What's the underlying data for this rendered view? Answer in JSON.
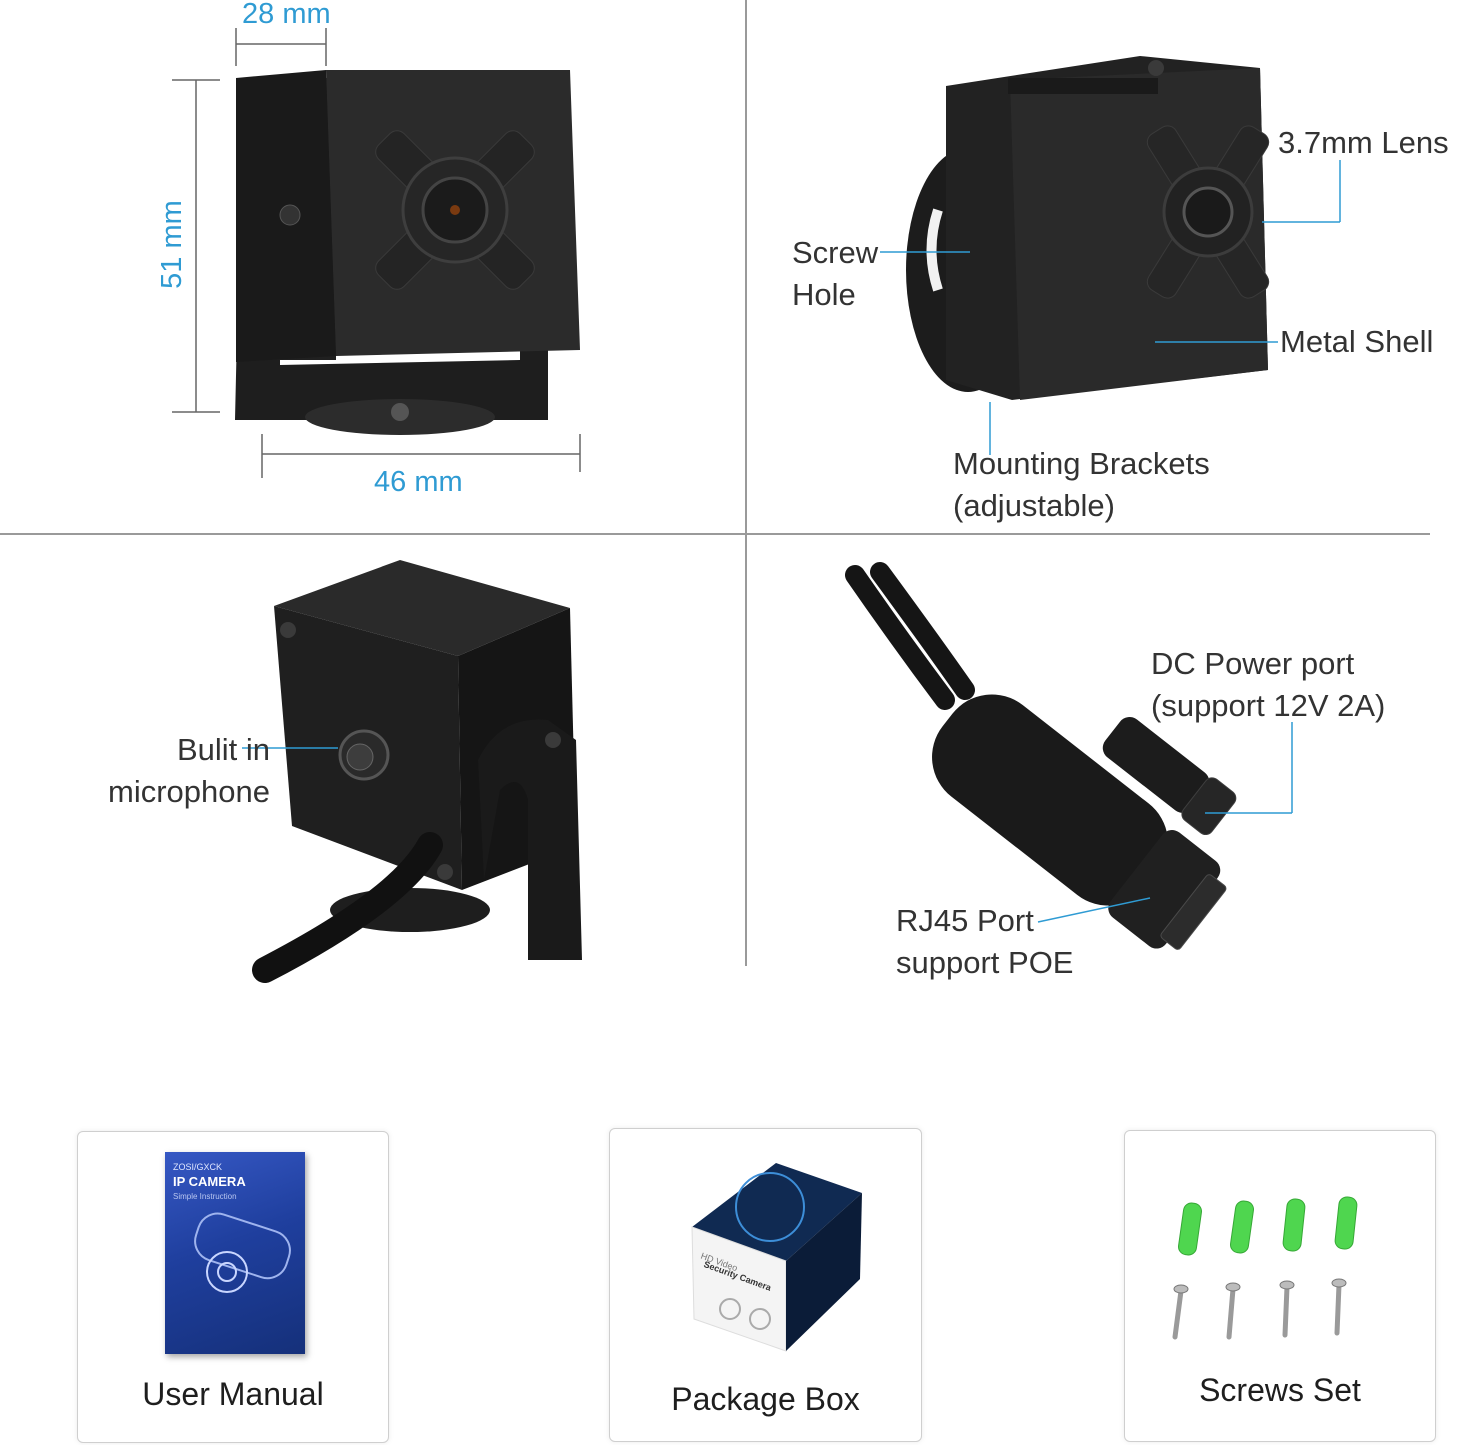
{
  "dimensions": {
    "depth": "28 mm",
    "height": "51 mm",
    "width": "46 mm"
  },
  "callouts": {
    "lens": "3.7mm Lens",
    "screw_hole": [
      "Screw",
      "Hole"
    ],
    "metal_shell": "Metal Shell",
    "mounting_brackets": [
      "Mounting Brackets",
      "(adjustable)"
    ],
    "microphone": [
      "Bulit in",
      "microphone"
    ],
    "dc_power": [
      "DC Power port",
      "(support 12V 2A)"
    ],
    "rj45": [
      "RJ45 Port",
      "support POE"
    ]
  },
  "accessories": [
    {
      "label": "User Manual"
    },
    {
      "label": "Package Box"
    },
    {
      "label": "Screws Set"
    }
  ],
  "manual_cover": {
    "brand": "ZOSI/GXCK",
    "title": "IP CAMERA",
    "subtitle": "Simple Instruction"
  },
  "box_text": {
    "line1": "HD Video",
    "line2": "Security Camera"
  },
  "colors": {
    "accent": "#2f9bd3",
    "camera_body": "#2a2a2a",
    "manual_blue": "#1f3f9e",
    "anchor_green": "#4fd64f"
  }
}
